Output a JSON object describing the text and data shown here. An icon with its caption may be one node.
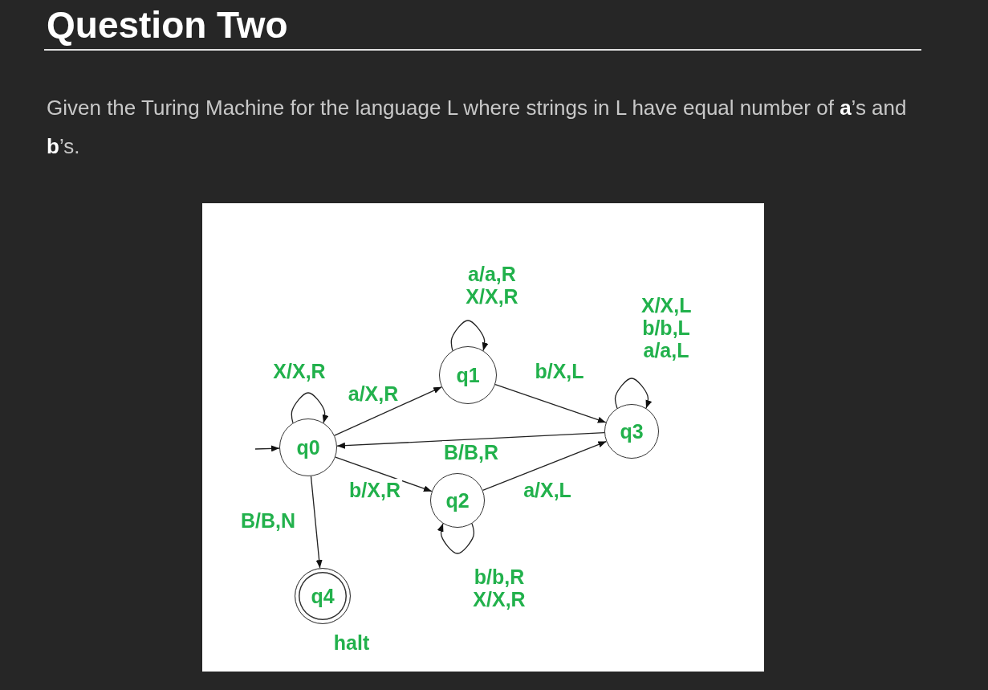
{
  "diagram": {
    "title": "Question Two",
    "caption": "Given the Turing Machine for the language L where strings in L have equal number of **a**’s and **b**’s.",
    "nodes": [
      {
        "text": [
          "q0"
        ]
      },
      {
        "text": [
          "q1"
        ]
      },
      {
        "text": [
          "q2"
        ]
      },
      {
        "text": [
          "q3"
        ]
      },
      {
        "text": [
          "q4"
        ],
        "beside": [
          "halt"
        ]
      }
    ],
    "edges": [
      {
        "from": null,
        "to": 0,
        "arrow": "to"
      },
      {
        "from": 0,
        "to": 0,
        "arrow": "to",
        "label": "X/X,R"
      },
      {
        "from": 0,
        "to": 1,
        "arrow": "to",
        "label": "a/X,R"
      },
      {
        "from": 1,
        "to": 1,
        "arrow": "to",
        "label": "a/a,R X/X,R"
      },
      {
        "from": 1,
        "to": 3,
        "arrow": "to",
        "label": "b/X,L"
      },
      {
        "from": 3,
        "to": 0,
        "arrow": "to",
        "label": "B/B,R"
      },
      {
        "from": 0,
        "to": 2,
        "arrow": "to",
        "label": "b/X,R"
      },
      {
        "from": 2,
        "to": 2,
        "arrow": "to",
        "label": "b/b,R X/X,R"
      },
      {
        "from": 2,
        "to": 3,
        "arrow": "to",
        "label": "a/X,L"
      },
      {
        "from": 3,
        "to": 3,
        "arrow": "to",
        "label": "X/X,L b/b,L a/a,L"
      },
      {
        "from": 0,
        "to": 4,
        "arrow": "to",
        "label": "B/B,N"
      }
    ]
  }
}
